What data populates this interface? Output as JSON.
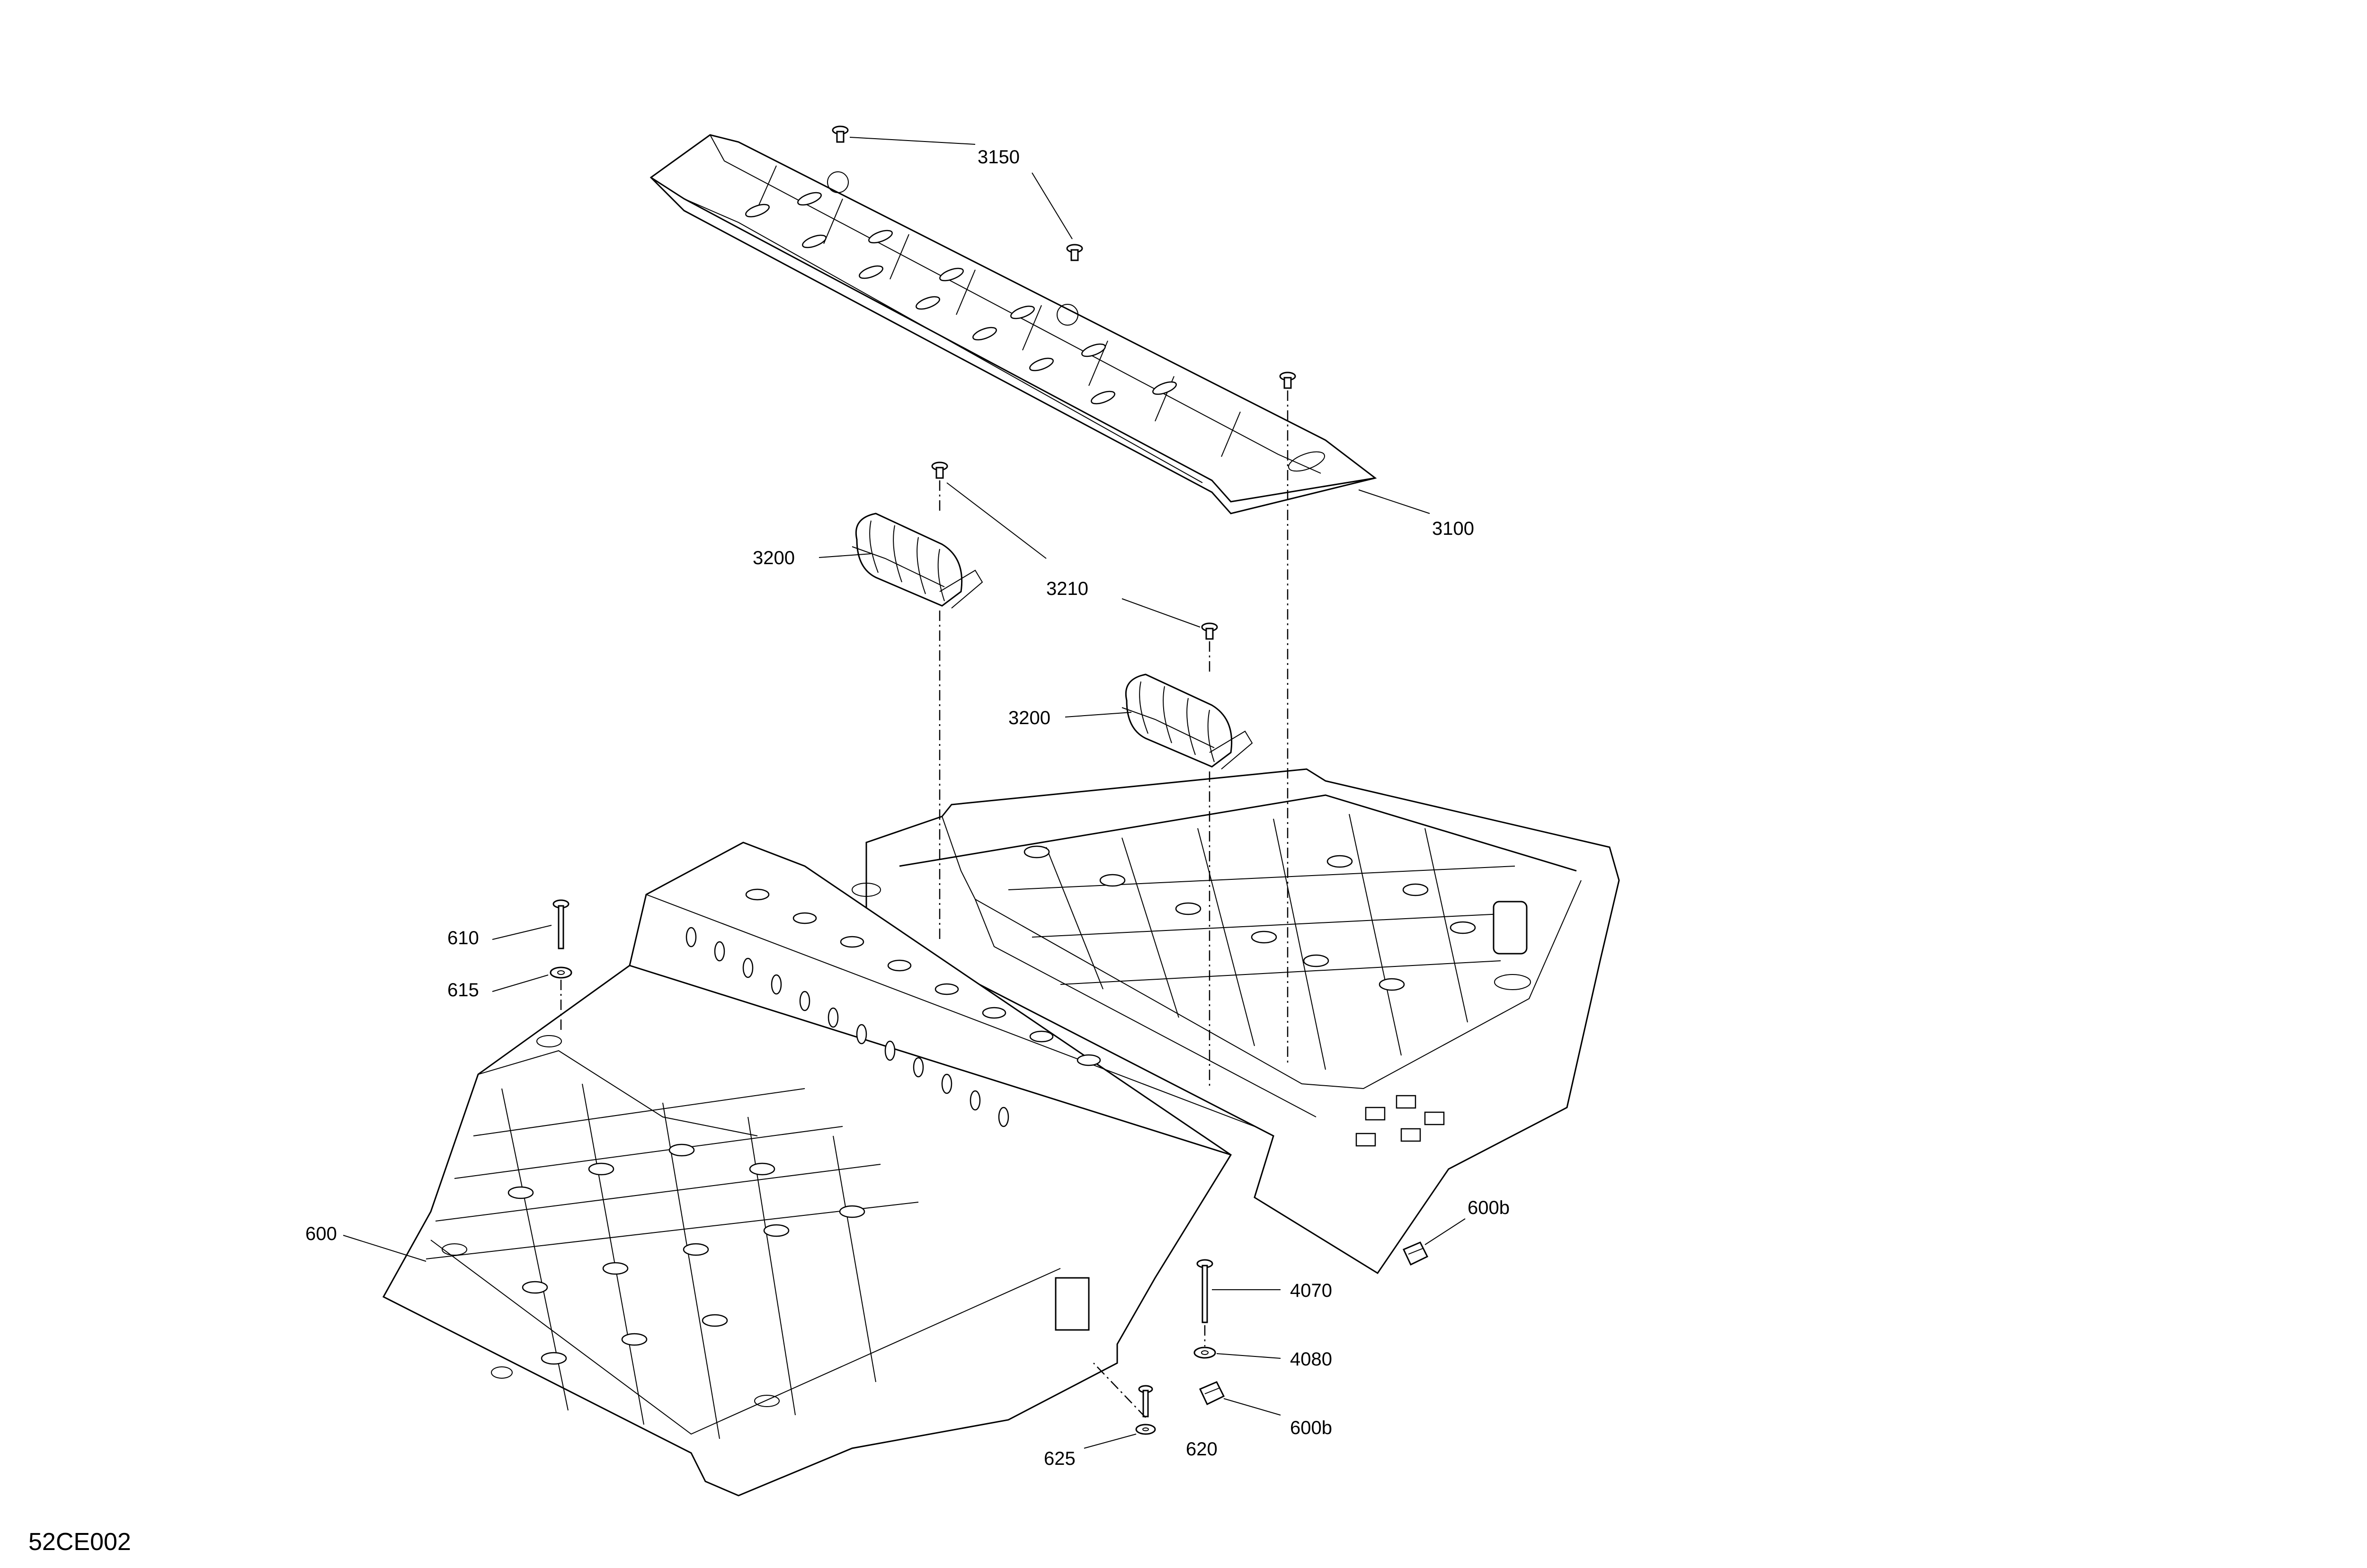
{
  "diagram_code": "52CE002",
  "callouts": [
    {
      "id": "c3150",
      "label": "3150"
    },
    {
      "id": "c3100",
      "label": "3100"
    },
    {
      "id": "c3200a",
      "label": "3200"
    },
    {
      "id": "c3210",
      "label": "3210"
    },
    {
      "id": "c3200b",
      "label": "3200"
    },
    {
      "id": "c610",
      "label": "610"
    },
    {
      "id": "c615",
      "label": "615"
    },
    {
      "id": "c600",
      "label": "600"
    },
    {
      "id": "c600b-a",
      "label": "600b"
    },
    {
      "id": "c4070",
      "label": "4070"
    },
    {
      "id": "c4080",
      "label": "4080"
    },
    {
      "id": "c600b-b",
      "label": "600b"
    },
    {
      "id": "c625",
      "label": "625"
    },
    {
      "id": "c620",
      "label": "620"
    }
  ],
  "colors": {
    "line": "#000000",
    "background": "#ffffff"
  }
}
